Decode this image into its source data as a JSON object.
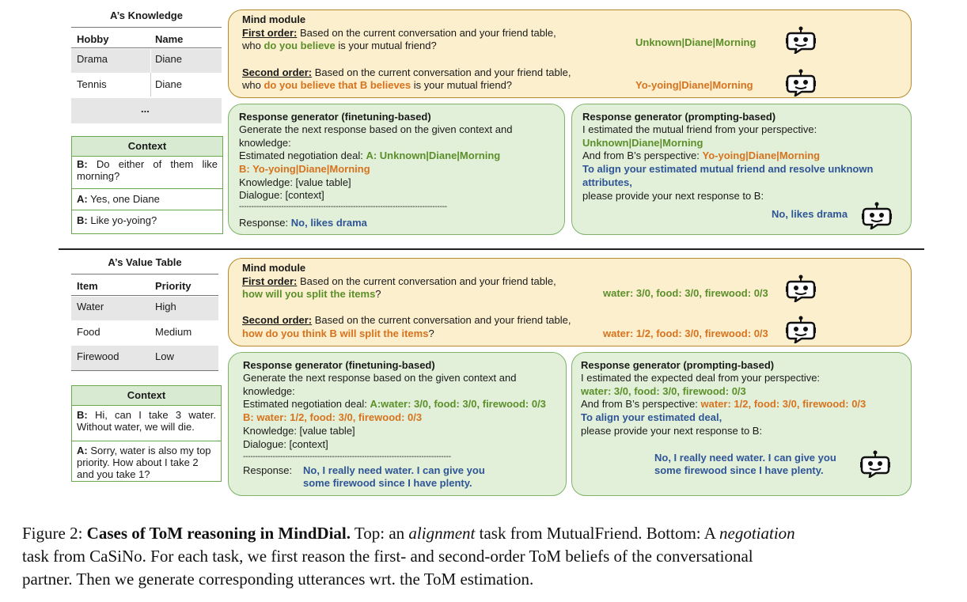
{
  "top": {
    "knowledge_title": "A’s Knowledge",
    "headers": [
      "Hobby",
      "Name"
    ],
    "rows": [
      [
        "Drama",
        "Diane"
      ],
      [
        "Tennis",
        "Diane"
      ]
    ],
    "ellipsis": "...",
    "context_title": "Context",
    "context": [
      {
        "speaker": "B:",
        "text": "Do either of them like morning?"
      },
      {
        "speaker": "A:",
        "text": "Yes, one Diane"
      },
      {
        "speaker": "B:",
        "text": "Like yo-yoing?"
      }
    ],
    "mind": {
      "title": "Mind module",
      "first_label": "First order:",
      "first_text": " Based on the current conversation and your friend table,",
      "first_q_pre": "who ",
      "first_q_hl": "do you believe",
      "first_q_post": " is your mutual friend?",
      "first_answer": "Unknown|Diane|Morning",
      "second_label": "Second order:",
      "second_text": " Based on the current conversation and your friend table,",
      "second_q_pre": "who ",
      "second_q_hl": "do you believe that B believes",
      "second_q_post": " is your mutual friend?",
      "second_answer": "Yo-yoing|Diane|Morning"
    },
    "gen_ft": {
      "title": "Response generator (finetuning-based)",
      "l1": "Generate the next response based on the given context and",
      "l2": "knowledge:",
      "l3_pre": "Estimated negotiation deal: ",
      "l3_hl": "A: Unknown|Diane|Morning",
      "l4_hl": "B: Yo-yoing|Diane|Morning",
      "l5": "Knowledge: [value table]",
      "l6": "Dialogue: [context]",
      "dashes": "------------------------------------------------------------------------------------",
      "resp_label": "Response: ",
      "resp": "No, likes drama"
    },
    "gen_pr": {
      "title": "Response generator (prompting-based)",
      "l1": "I estimated the mutual friend from your perspective:",
      "l2_hl": "Unknown|Diane|Morning",
      "l3_pre": "And from B’s perspective: ",
      "l3_hl": "Yo-yoing|Diane|Morning",
      "l4_hl": "To align your estimated mutual friend and resolve unknown",
      "l5_hl": "attributes,",
      "l6": "please provide your next response to B:",
      "resp": "No, likes drama"
    }
  },
  "bottom": {
    "value_title": "A’s Value Table",
    "headers": [
      "Item",
      "Priority"
    ],
    "rows": [
      [
        "Water",
        "High"
      ],
      [
        "Food",
        "Medium"
      ],
      [
        "Firewood",
        "Low"
      ]
    ],
    "context_title": "Context",
    "context": [
      {
        "speaker": "B:",
        "text": "Hi, can I take 3 water. Without water, we will die."
      },
      {
        "speaker": "A:",
        "text": "Sorry, water is also my top priority. How about I take 2 and you take 1?"
      }
    ],
    "mind": {
      "title": "Mind module",
      "first_label": "First order:",
      "first_text": " Based on the current conversation and your friend table,",
      "first_q_hl": "how will you split the items",
      "first_q_post": "?",
      "first_answer": "water: 3/0, food: 3/0, firewood: 0/3",
      "second_label": "Second order:",
      "second_text": " Based on the current conversation and your friend table,",
      "second_q_hl": "how do you think B will split the items",
      "second_q_post": "?",
      "second_answer": "water: 1/2, food: 3/0, firewood: 0/3"
    },
    "gen_ft": {
      "title": "Response generator (finetuning-based)",
      "l1": "Generate the next response based on the given context and",
      "l2": "knowledge:",
      "l3_pre": "Estimated negotiation deal: ",
      "l3_hl": "A:water: 3/0, food: 3/0, firewood: 0/3",
      "l4_hl": "B: water: 1/2, food: 3/0, firewood: 0/3",
      "l5": "Knowledge: [value table]",
      "l6": "Dialogue: [context]",
      "dashes": "------------------------------------------------------------------------------------",
      "resp_label": "Response: ",
      "resp1": "No,  I really need water. I can give you",
      "resp2": "some firewood since I have plenty."
    },
    "gen_pr": {
      "title": "Response generator (prompting-based)",
      "l1": "I estimated the expected deal from your perspective:",
      "l2_hl": "water: 3/0, food: 3/0, firewood: 0/3",
      "l3_pre": "And from B’s perspective: ",
      "l3_hl": "water: 1/2, food: 3/0, firewood: 0/3",
      "l4_hl": "To align your estimated deal,",
      "l6": "please provide your next response to B:",
      "resp1": "No,  I really need water. I can give you",
      "resp2": "some firewood since I have plenty."
    }
  },
  "caption": {
    "label": "Figure 2: ",
    "bold": "Cases of ToM reasoning in MindDial.",
    "t1": " Top: an ",
    "i1": "alignment",
    "t2": " task from MutualFriend. Bottom: A ",
    "i2": "negotiation",
    "line2": "task from CaSiNo. For each task, we first reason the first- and second-order ToM beliefs of the conversational",
    "line3": "partner. Then we generate corresponding utterances wrt. the ToM estimation."
  }
}
